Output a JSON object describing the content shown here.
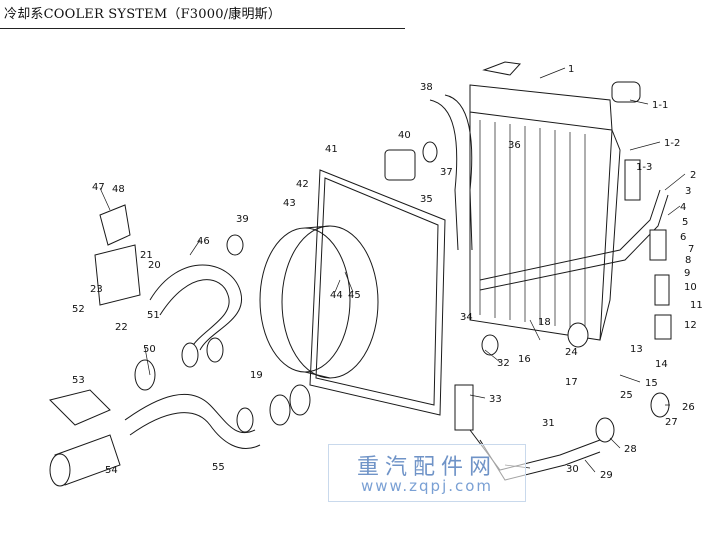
{
  "title": "冷却系COOLER SYSTEM（F3000/康明斯）",
  "watermark": {
    "text_cn": "重汽配件网",
    "url": "www.zqpj.com"
  },
  "callouts": [
    "1",
    "1-1",
    "1-2",
    "1-3",
    "2",
    "3",
    "4",
    "5",
    "6",
    "7",
    "8",
    "9",
    "10",
    "11",
    "12",
    "13",
    "14",
    "15",
    "16",
    "17",
    "18",
    "19",
    "20",
    "21",
    "22",
    "23",
    "24",
    "25",
    "26",
    "27",
    "28",
    "29",
    "30",
    "31",
    "32",
    "33",
    "34",
    "35",
    "36",
    "37",
    "38",
    "39",
    "40",
    "41",
    "42",
    "43",
    "44",
    "45",
    "46",
    "47",
    "48",
    "50",
    "51",
    "52",
    "53",
    "54",
    "55"
  ]
}
